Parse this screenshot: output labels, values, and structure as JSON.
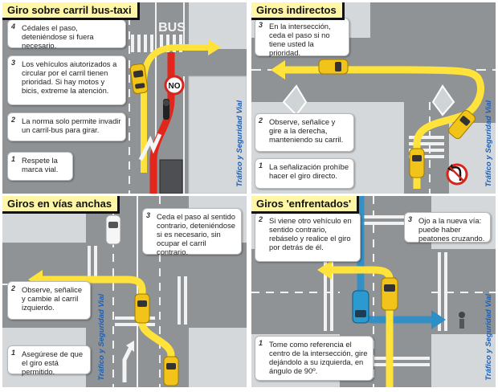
{
  "credit": "Tráfico y Seguridad Vial",
  "panels": [
    {
      "title": "Giro sobre carril bus-taxi",
      "road_text": "BUS",
      "sign_text": "NO",
      "steps": [
        {
          "num": "4",
          "text": "Cédales el paso, deteniéndose si fuera necesario."
        },
        {
          "num": "3",
          "text": "Los vehículos aiutorizados a circular por el carril tienen prioridad.  Si hay motos y bicis, extreme la atención."
        },
        {
          "num": "2",
          "text": "La norma solo permite invadir un carril-bus para girar."
        },
        {
          "num": "1",
          "text": "Respete la marca vial."
        }
      ]
    },
    {
      "title": "Giros indirectos",
      "steps": [
        {
          "num": "3",
          "text": "En la intersección, ceda el paso si no tiene usted la prioridad."
        },
        {
          "num": "2",
          "text": "Observe, señalice y gire a la derecha, manteniendo su carril."
        },
        {
          "num": "1",
          "text": "La señalización prohíbe hacer el giro directo."
        }
      ]
    },
    {
      "title": "Giros en vías anchas",
      "steps": [
        {
          "num": "3",
          "text": "Ceda el paso al sentido contrario, deteniéndose si es necesario, sin ocupar el carril contrario."
        },
        {
          "num": "2",
          "text": "Observe, señalice y cambie al carril izquierdo."
        },
        {
          "num": "1",
          "text": "Asegúrese de que el giro está permitido."
        }
      ]
    },
    {
      "title": "Giros 'enfrentados'",
      "steps": [
        {
          "num": "2",
          "text": "Si viene otro vehículo en sentido contrario, rebáselo y realice el giro por detrás de él."
        },
        {
          "num": "3",
          "text": "Ojo a la nueva vía: puede haber peatones cruzando."
        },
        {
          "num": "1",
          "text": "Tome como referencia el centro de la intersección, gire dejándolo a su izquierda, en ángulo de 90º."
        }
      ]
    }
  ],
  "colors": {
    "road": "#8f9396",
    "sidewalk": "#d5d8da",
    "yellow_path": "#ffe23a",
    "red_path": "#e3261b",
    "blue_path": "#2d8fc8",
    "taxi": "#f2c318",
    "title_bg": "#fff7a6"
  }
}
